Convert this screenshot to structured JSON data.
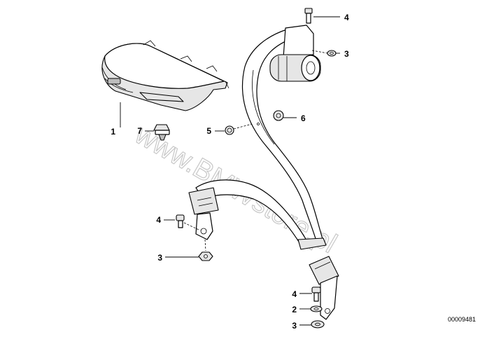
{
  "diagram": {
    "watermark": "www.BMWstore.pl",
    "diagram_code": "00009481",
    "callouts": {
      "cover": "1",
      "plug": "7",
      "pin": "5",
      "grommet": "6",
      "top_bolt": "4",
      "top_washer": "3",
      "mid_bolt": "4",
      "mid_nut": "3",
      "bottom_bolt": "4",
      "bottom_spacer": "2",
      "bottom_washer": "3"
    }
  }
}
